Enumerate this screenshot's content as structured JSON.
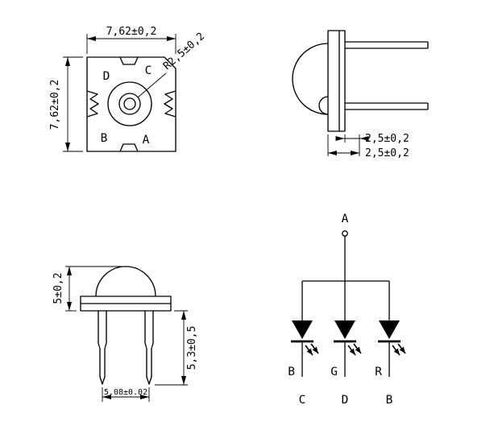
{
  "sheet": {
    "background": "#ffffff",
    "line_color": "#000000"
  },
  "top_view": {
    "dim_width": "7,62±0,2",
    "dim_height": "7,62±0,2",
    "radius_callout": "R2,5±0,2",
    "corner_tl": "D",
    "corner_tr": "C",
    "corner_bl": "B",
    "corner_br": "A"
  },
  "side_view": {
    "dim_upper": "2,5±0,2",
    "dim_lower": "2,5±0,2"
  },
  "front_view": {
    "dim_height": "5±0,2",
    "dim_lead_length": "5,3±0,5",
    "dim_lead_pitch": "5.08±0.02"
  },
  "schematic": {
    "anode_label": "A",
    "diodes": [
      {
        "color_label": "B",
        "pin_label": "C"
      },
      {
        "color_label": "G",
        "pin_label": "D"
      },
      {
        "color_label": "R",
        "pin_label": "B"
      }
    ]
  }
}
